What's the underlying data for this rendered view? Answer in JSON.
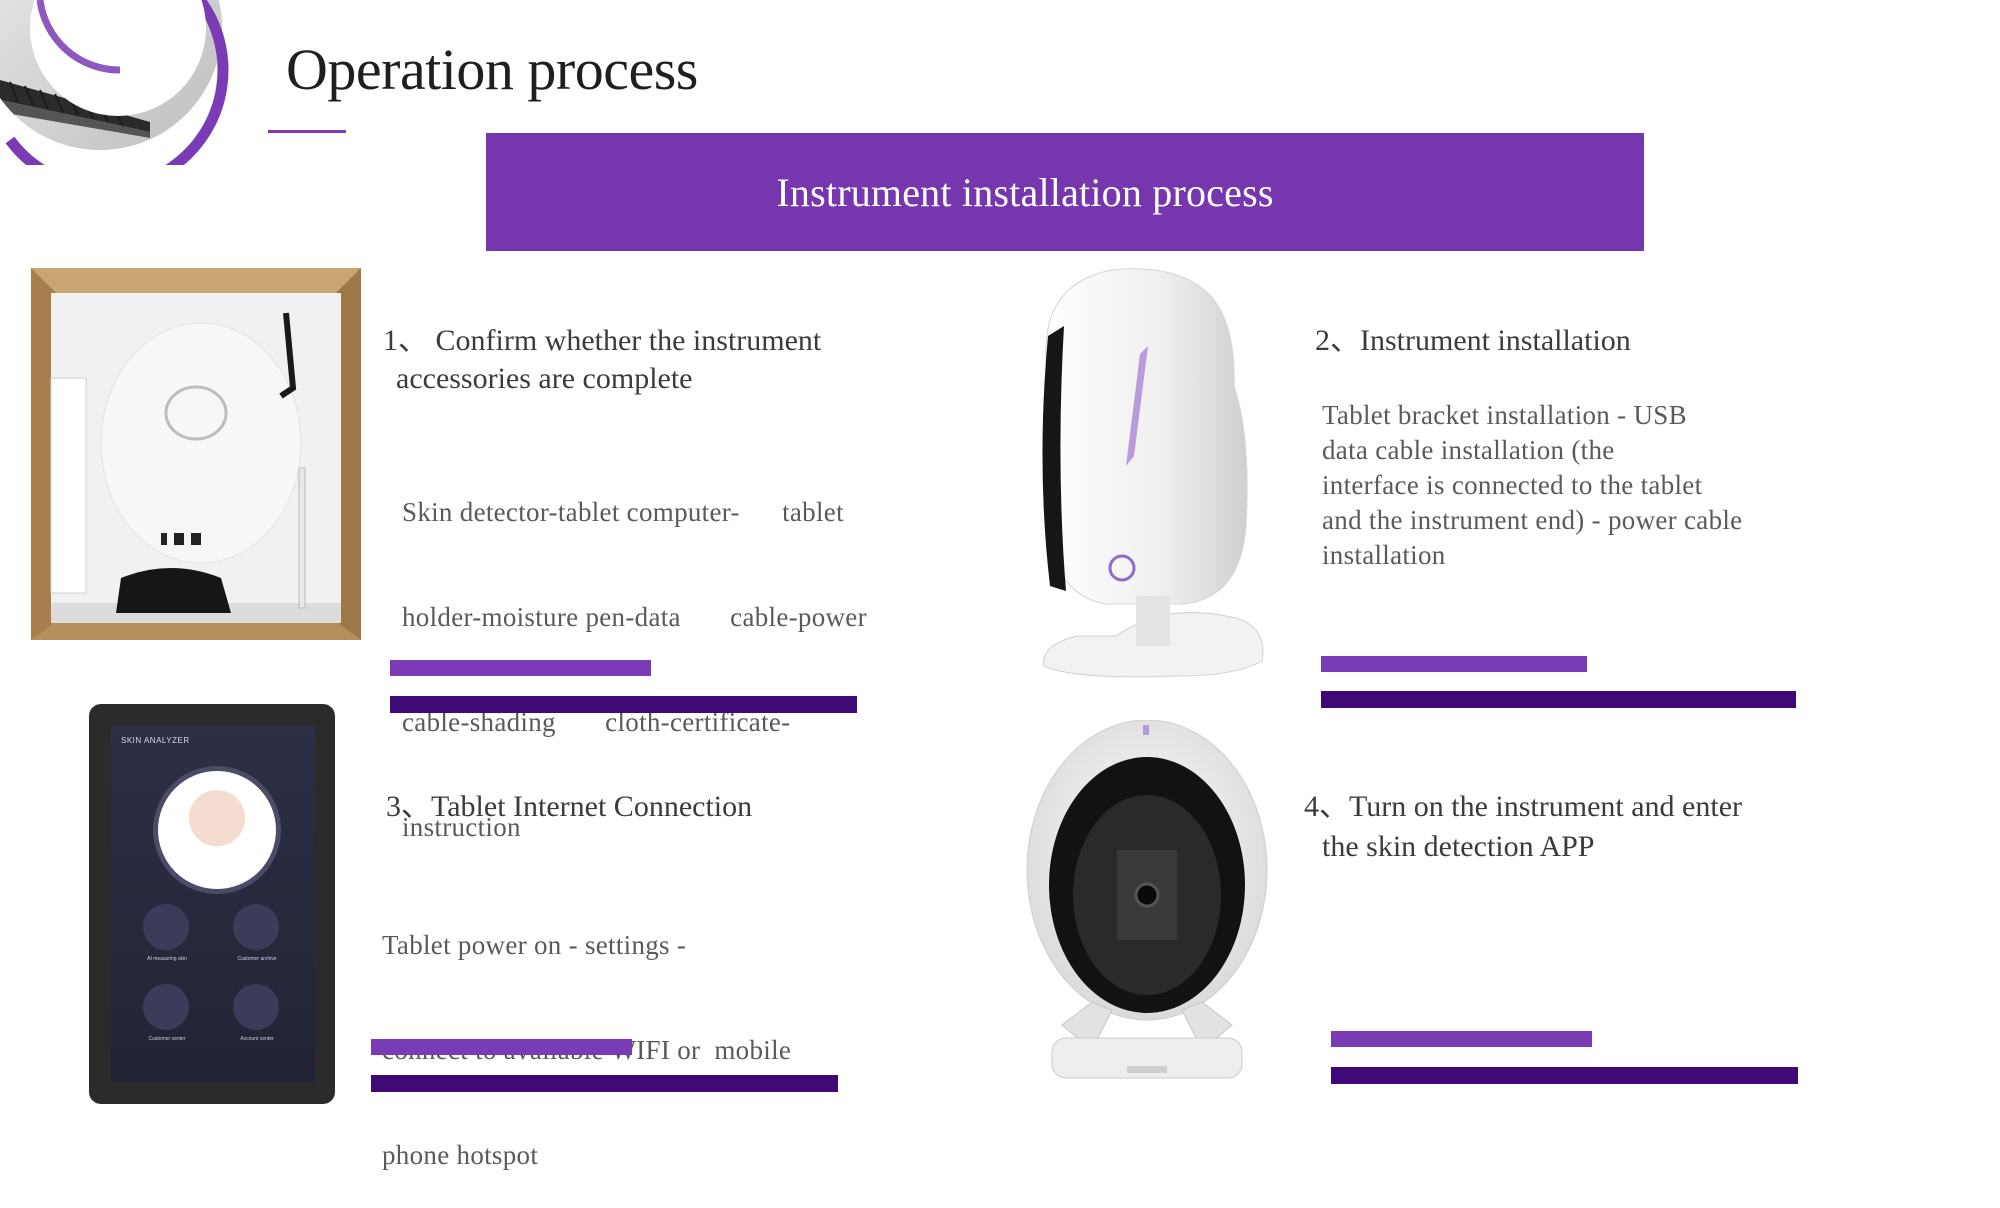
{
  "page": {
    "title": "Operation process",
    "banner": "Instrument installation process"
  },
  "steps": [
    {
      "title_line1": "1、 Confirm whether the instrument",
      "title_line2": "accessories are complete",
      "body_lines": [
        "Skin detector-tablet computer-      tablet",
        "holder-moisture pen-data       cable-power",
        "cable-shading       cloth-certificate-",
        "instruction"
      ]
    },
    {
      "title_line1": "2、Instrument installation",
      "body_lines": [
        "Tablet bracket installation - USB",
        "data cable installation (the",
        "interface is connected to the tablet",
        "and the instrument end) - power cable",
        "installation"
      ]
    },
    {
      "title_line1": "3、Tablet Internet Connection",
      "body_lines": [
        "Tablet power on - settings -",
        "connect to available WIFI or  mobile",
        "phone hotspot"
      ]
    },
    {
      "title_line1": "4、Turn on the instrument and enter",
      "title_line2": "the skin detection APP"
    }
  ],
  "tablet_screen": {
    "header": "SKIN ANALYZER",
    "buttons": [
      "AI measuring skin",
      "Customer archive",
      "Customer center",
      "Account center"
    ]
  },
  "colors": {
    "accent_purple": "#7636ad",
    "dark_purple": "#3d0a78"
  }
}
